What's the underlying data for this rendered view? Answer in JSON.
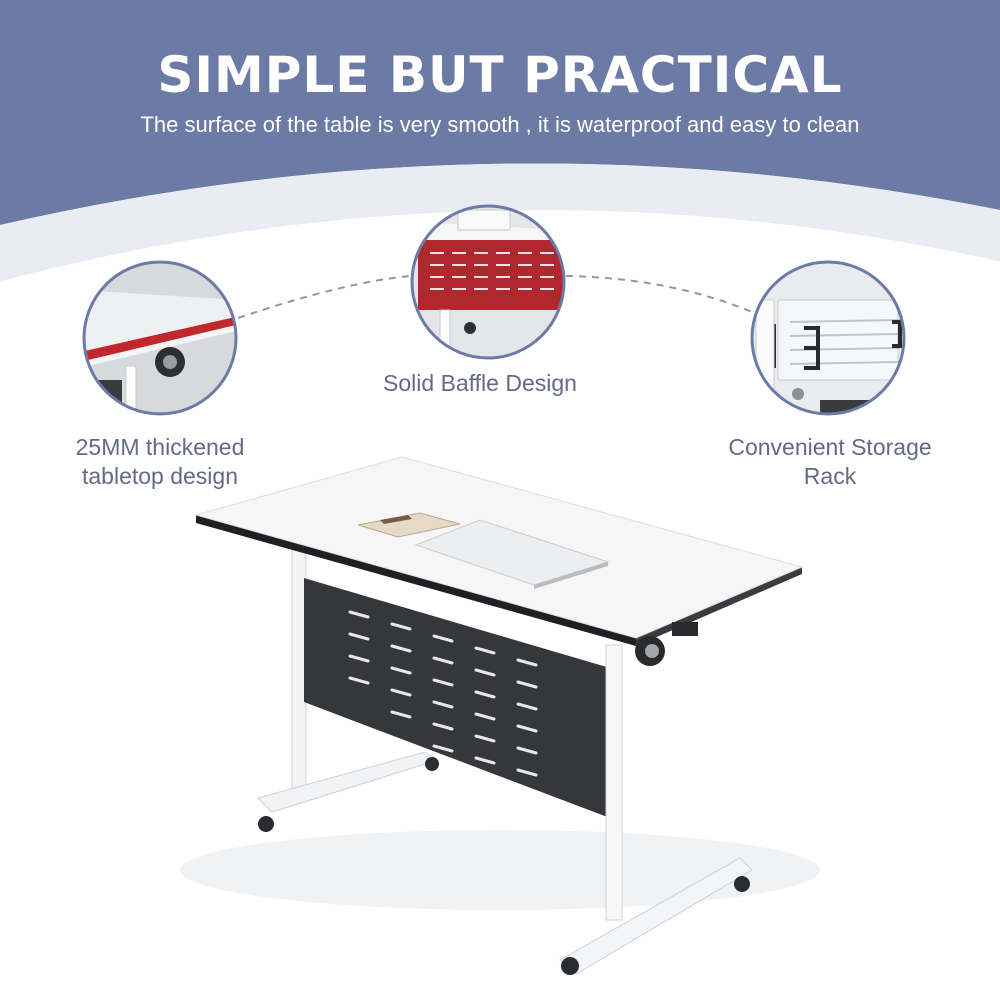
{
  "banner": {
    "title": "SIMPLE BUT PRACTICAL",
    "subtitle": "The surface of the table is very smooth , it is waterproof and easy to clean"
  },
  "features": [
    {
      "line1": "25MM thickened",
      "line2": "tabletop design"
    },
    {
      "line1": "Solid Baffle Design",
      "line2": ""
    },
    {
      "line1": "Convenient Storage",
      "line2": "Rack"
    }
  ],
  "colors": {
    "banner": "#6b7ba5",
    "accent_red": "#b0282d",
    "panel_dark": "#3a3b3f",
    "text_label": "#616b85"
  }
}
